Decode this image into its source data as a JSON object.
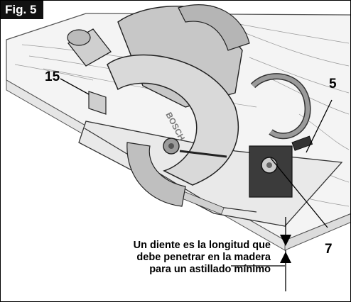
{
  "figure": {
    "label": "Fig. 5"
  },
  "callouts": {
    "c15": "15",
    "c5": "5",
    "c7": "7"
  },
  "brand_text": "BOSCH",
  "caption": {
    "line1": "Un diente es la longitud que",
    "line2": "debe penetrar en la madera",
    "line3": "para un astillado mínimo"
  }
}
